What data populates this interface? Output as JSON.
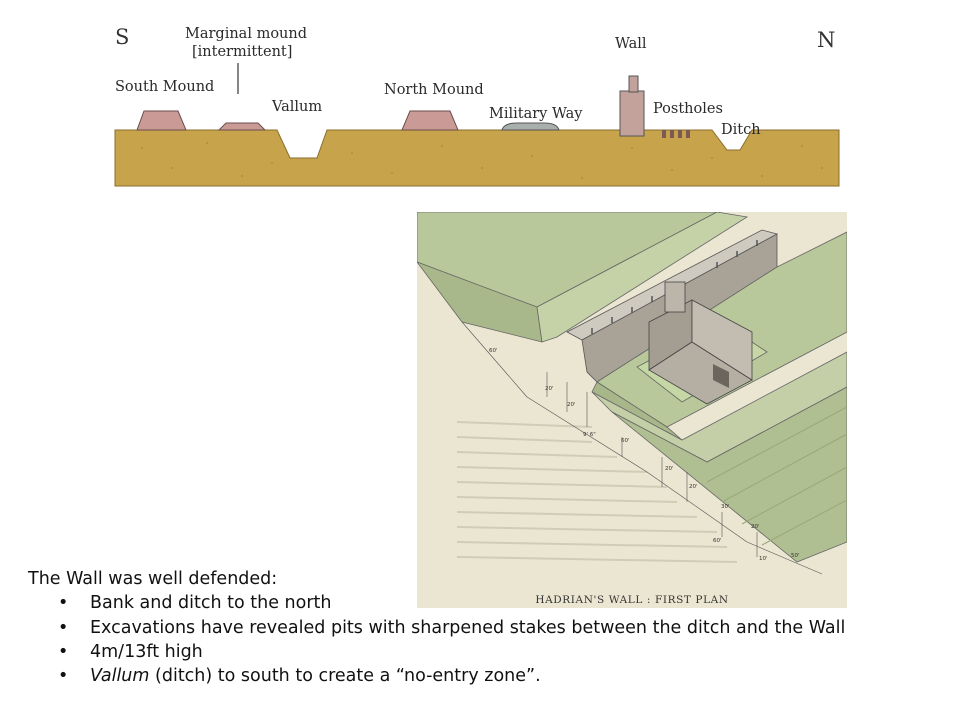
{
  "cross_section": {
    "labels": {
      "south": "S",
      "north": "N",
      "marginal_mound": "Marginal mound",
      "intermittent": "[intermittent]",
      "south_mound": "South Mound",
      "vallum": "Vallum",
      "north_mound": "North Mound",
      "military_way": "Military Way",
      "wall": "Wall",
      "postholes": "Postholes",
      "ditch": "Ditch"
    },
    "colors": {
      "ground": "#c7a44b",
      "mound": "#c99a96",
      "military_way": "#a9afac",
      "wall": "#c4a29c"
    }
  },
  "plan": {
    "caption": "HADRIAN'S WALL : FIRST PLAN",
    "dimensions": [
      "60'",
      "20'",
      "20'",
      "9' 6\"",
      "60'",
      "20'",
      "20'",
      "30'",
      "20'",
      "60'",
      "10'",
      "50'"
    ],
    "colors": {
      "grass": "#b9c89a",
      "paper": "#ebe6d2",
      "stone": "#b8b3a6"
    }
  },
  "text": {
    "intro": "The Wall was well defended:",
    "bullet_char": "•",
    "bullets": [
      {
        "italic": "",
        "text": "Bank and ditch to the north"
      },
      {
        "italic": "",
        "text": "Excavations have revealed pits with sharpened stakes between the ditch and the Wall"
      },
      {
        "italic": "",
        "text": "4m/13ft high"
      },
      {
        "italic": "Vallum",
        "text": " (ditch) to south to create a “no-entry zone”."
      }
    ]
  }
}
